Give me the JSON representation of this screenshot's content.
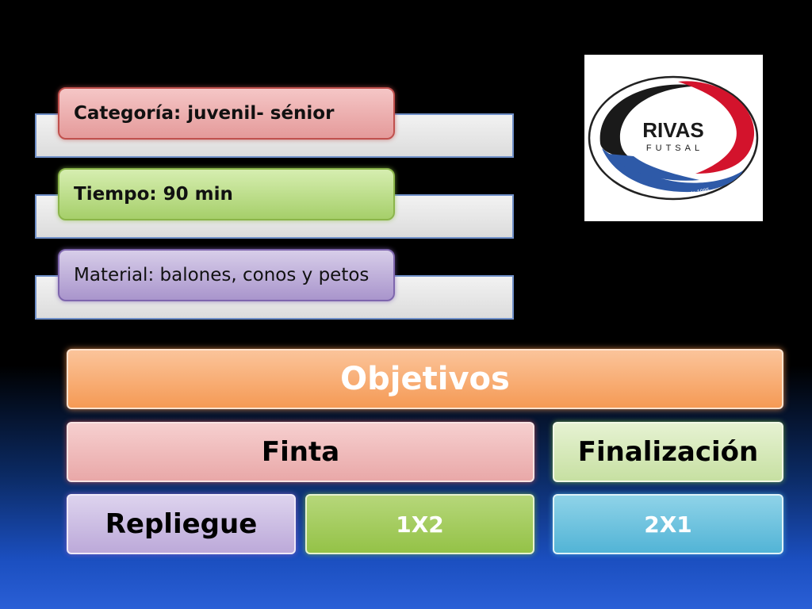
{
  "info": {
    "categoria": "Categoría: juvenil- sénior",
    "tiempo": "Tiempo: 90 min",
    "material": "Material: balones, conos y petos"
  },
  "logo": {
    "name": "RIVAS",
    "subtitle": "FUTSAL",
    "tagline": "desde 1995",
    "colors": {
      "red": "#d3132c",
      "blue": "#2e5aa8",
      "black": "#1a1a1a"
    }
  },
  "objetivos": {
    "title": "Objetivos",
    "finta": "Finta",
    "finalizacion": "Finalización",
    "repliegue": "Repliegue",
    "x12": "1X2",
    "x21": "2X1"
  }
}
